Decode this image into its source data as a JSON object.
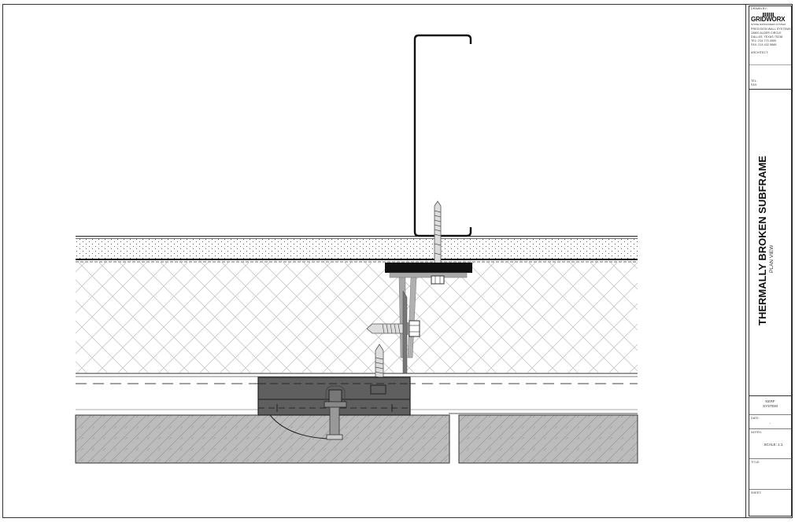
{
  "drawing": {
    "title": "THERMALLY BROKEN SUBFRAME",
    "view": "PLAN VIEW",
    "components": [
      "c-channel-stud",
      "sheathing-layer-stippled",
      "insulation-layer-crosshatch",
      "air-barrier-membrane",
      "thermal-isolator-pad",
      "l-bracket",
      "self-drilling-screws",
      "horizontal-rail-extrusion",
      "kerf-clip-fastener",
      "stone-panel-left",
      "stone-panel-right"
    ],
    "colors": {
      "line": "#1a1a1a",
      "panel_fill": "#b9b9b9",
      "rail_fill": "#5f5f5f",
      "pad_fill": "#111111",
      "bracket_fill": "#a8a8a8",
      "hatch": "#c8c8c8"
    }
  },
  "title_block": {
    "drawn_by_label": "DRAWN BY:",
    "company_logo": "GRIDWORX",
    "company_tagline": "STONE RAINSCREEN SYSTEM",
    "address_lines": [
      "PRECISION WALL SYSTEMS",
      "10800 ALDER CIRCLE",
      "DALLAS, TEXAS 75238",
      "TEL: 214.774.4900",
      "FAX: 214.432.5666"
    ],
    "architect_label": "ARCHITECT:",
    "tel_label": "TEL:",
    "fax_label": "FAX:",
    "sheet_title": "THERMALLY BROKEN SUBFRAME",
    "sheet_subtitle": "PLAN VIEW",
    "system_line1": "KERF",
    "system_line2": "SYSTEM",
    "date_label": "DATE:",
    "date_value": "-",
    "notes_label": "NOTES:",
    "scale": "SCALE: 1:1",
    "title_label": "TITLE:",
    "sheet_label": "SHEET:"
  }
}
